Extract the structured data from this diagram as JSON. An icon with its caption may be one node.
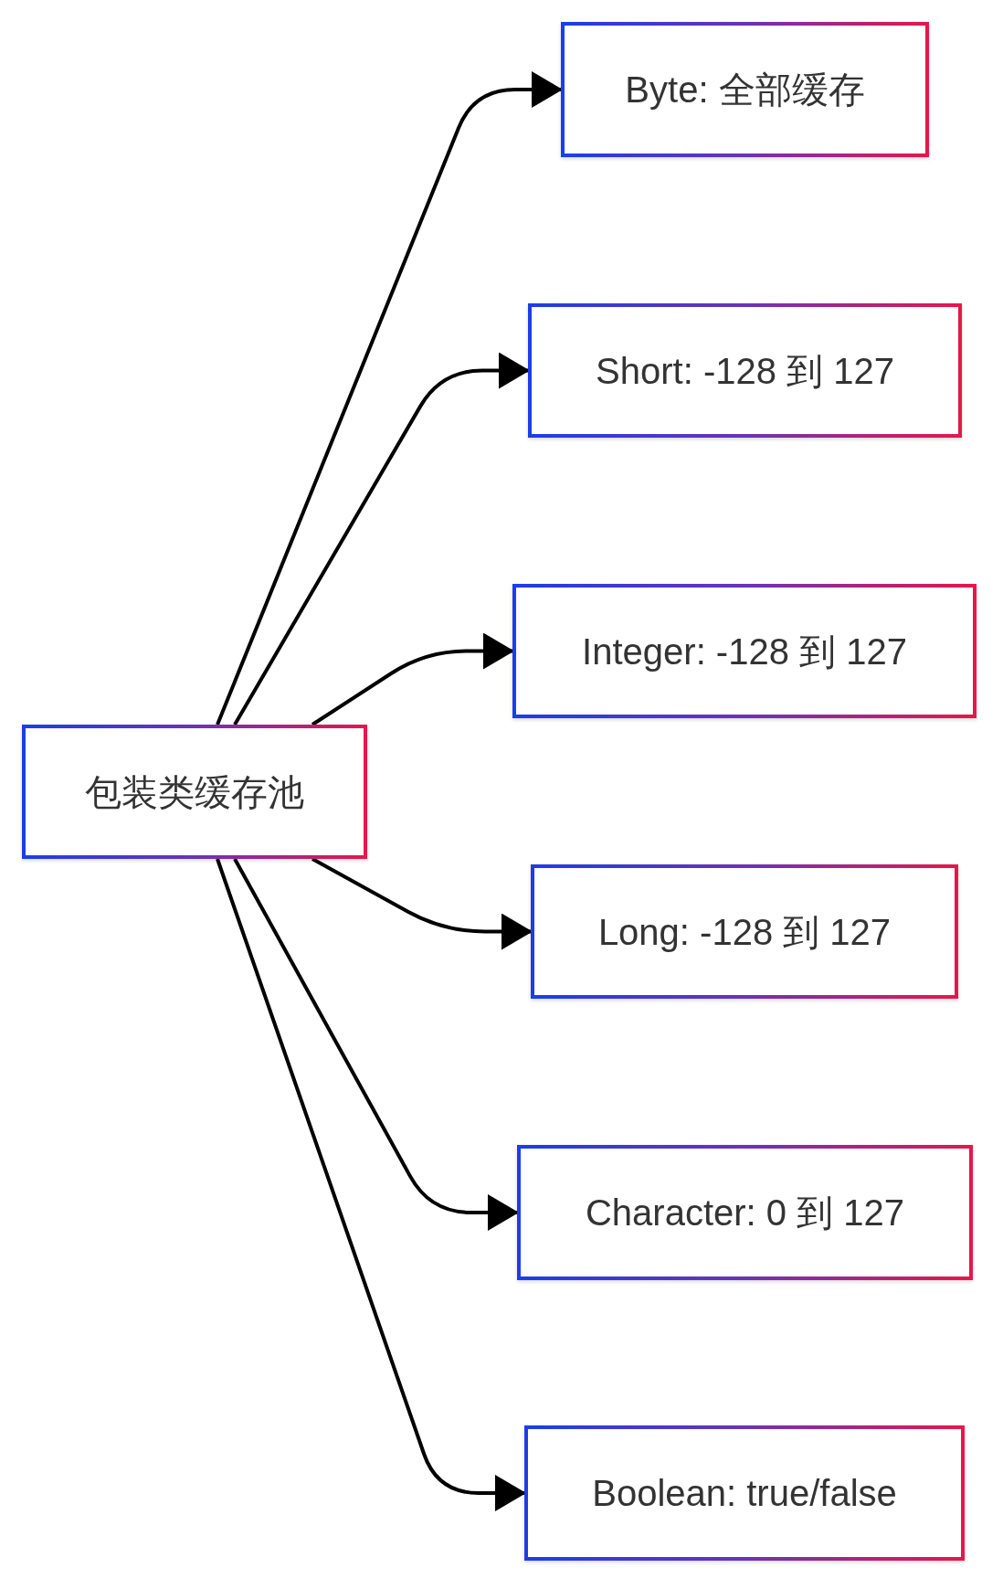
{
  "diagram": {
    "nodes": [
      {
        "text": [
          "包装类缓存池"
        ]
      },
      {
        "text": [
          "Byte: 全部缓存"
        ]
      },
      {
        "text": [
          "Short: -128 到 127"
        ]
      },
      {
        "text": [
          "Integer: -128 到 127"
        ]
      },
      {
        "text": [
          "Long: -128 到 127"
        ]
      },
      {
        "text": [
          "Character: 0 到 127"
        ]
      },
      {
        "text": [
          "Boolean: true/false"
        ]
      }
    ],
    "edges": [
      {
        "from": 0,
        "to": 1,
        "arrow": "to"
      },
      {
        "from": 0,
        "to": 2,
        "arrow": "to"
      },
      {
        "from": 0,
        "to": 3,
        "arrow": "to"
      },
      {
        "from": 0,
        "to": 4,
        "arrow": "to"
      },
      {
        "from": 0,
        "to": 5,
        "arrow": "to"
      },
      {
        "from": 0,
        "to": 6,
        "arrow": "to"
      }
    ]
  }
}
